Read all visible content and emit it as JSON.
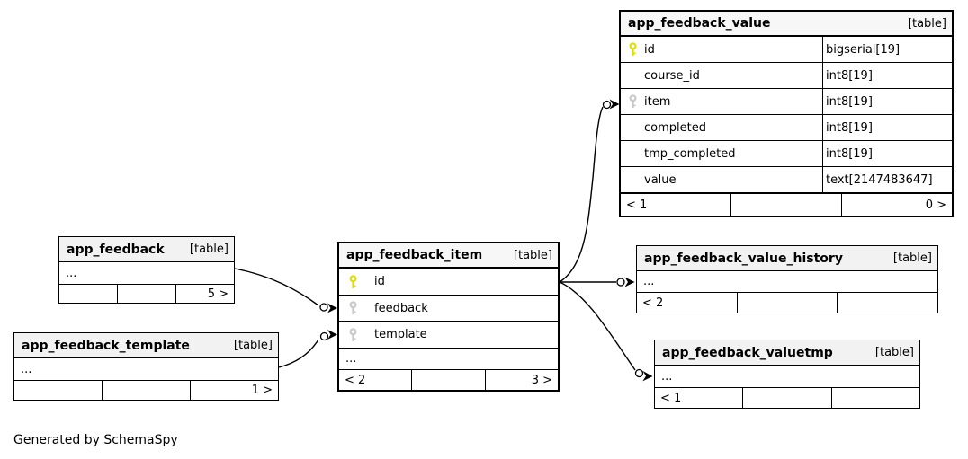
{
  "note": "Generated by SchemaSpy",
  "colors": {
    "pk_key": "#dede00",
    "fk_key": "#c8c8c8",
    "header_bg": "#f2f2f2",
    "main_header_bg": "#f7f7f7",
    "border": "#000000"
  },
  "tables": {
    "app_feedback_value": {
      "title": "app_feedback_value",
      "badge": "[table]",
      "columns": [
        {
          "name": "id",
          "type": "bigserial[19]",
          "key": "primary"
        },
        {
          "name": "course_id",
          "type": "int8[19]",
          "key": ""
        },
        {
          "name": "item",
          "type": "int8[19]",
          "key": "foreign"
        },
        {
          "name": "completed",
          "type": "int8[19]",
          "key": ""
        },
        {
          "name": "tmp_completed",
          "type": "int8[19]",
          "key": ""
        },
        {
          "name": "value",
          "type": "text[2147483647]",
          "key": ""
        }
      ],
      "footer": {
        "left": "< 1",
        "center": "",
        "right": "0 >"
      }
    },
    "app_feedback": {
      "title": "app_feedback",
      "badge": "[table]",
      "ellipsis": "...",
      "footer": {
        "left": "",
        "center": "",
        "right": "5 >"
      }
    },
    "app_feedback_template": {
      "title": "app_feedback_template",
      "badge": "[table]",
      "ellipsis": "...",
      "footer": {
        "left": "",
        "center": "",
        "right": "1 >"
      }
    },
    "app_feedback_item": {
      "title": "app_feedback_item",
      "badge": "[table]",
      "columns": [
        {
          "name": "id",
          "key": "primary"
        },
        {
          "name": "feedback",
          "key": "foreign"
        },
        {
          "name": "template",
          "key": "foreign"
        }
      ],
      "ellipsis": "...",
      "footer": {
        "left": "< 2",
        "center": "",
        "right": "3 >"
      }
    },
    "app_feedback_value_history": {
      "title": "app_feedback_value_history",
      "badge": "[table]",
      "ellipsis": "...",
      "footer": {
        "left": "< 2",
        "center": "",
        "right": ""
      }
    },
    "app_feedback_valuetmp": {
      "title": "app_feedback_valuetmp",
      "badge": "[table]",
      "ellipsis": "...",
      "footer": {
        "left": "< 1",
        "center": "",
        "right": ""
      }
    }
  }
}
